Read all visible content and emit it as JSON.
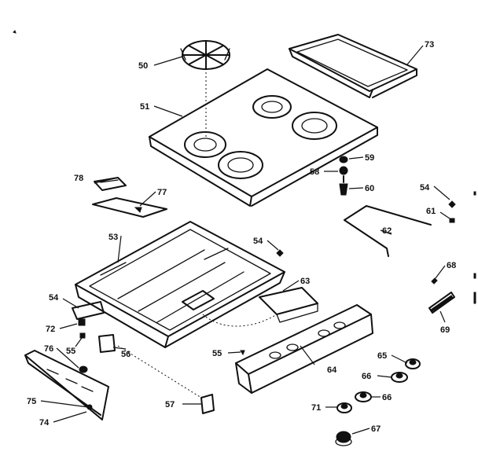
{
  "callouts": {
    "c50": "50",
    "c51": "51",
    "c73": "73",
    "c59": "59",
    "c58": "58",
    "c60": "60",
    "c78": "78",
    "c77": "77",
    "c54a": "54",
    "c61": "61",
    "c62": "62",
    "c53": "53",
    "c54b": "54",
    "c63": "63",
    "c68": "68",
    "c54c": "54",
    "c72": "72",
    "c55a": "55",
    "c69": "69",
    "c56": "56",
    "c55b": "55",
    "c65": "65",
    "c64": "64",
    "c66a": "66",
    "c76": "76",
    "c66b": "66",
    "c57": "57",
    "c75": "75",
    "c71": "71",
    "c74": "74",
    "c67": "67"
  }
}
